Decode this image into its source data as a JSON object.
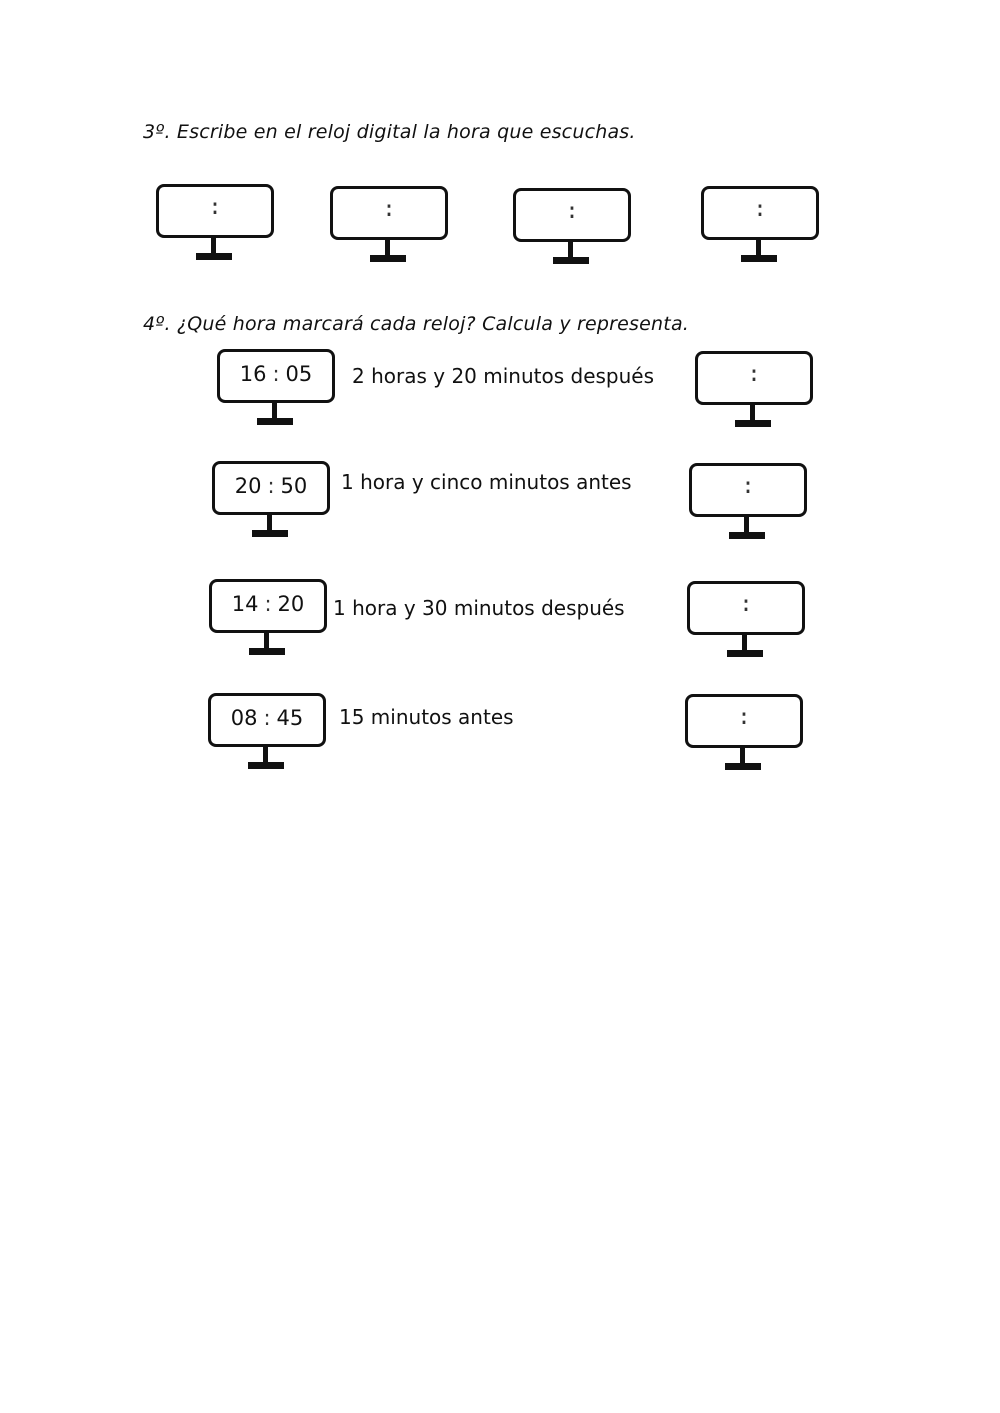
{
  "exercise3": {
    "heading": "3º. Escribe en el reloj digital la hora que escuchas.",
    "separator": ":",
    "clocks": [
      {},
      {},
      {},
      {}
    ]
  },
  "exercise4": {
    "heading": "4º. ¿Qué hora marcará cada reloj? Calcula y representa.",
    "separator": ":",
    "rows": [
      {
        "hours": "16",
        "minutes": "05",
        "instruction": "2 horas y 20 minutos después"
      },
      {
        "hours": "20",
        "minutes": "50",
        "instruction": "1 hora y cinco minutos antes"
      },
      {
        "hours": "14",
        "minutes": "20",
        "instruction": "1 hora y 30 minutos después"
      },
      {
        "hours": "08",
        "minutes": "45",
        "instruction": "15 minutos antes"
      }
    ]
  }
}
